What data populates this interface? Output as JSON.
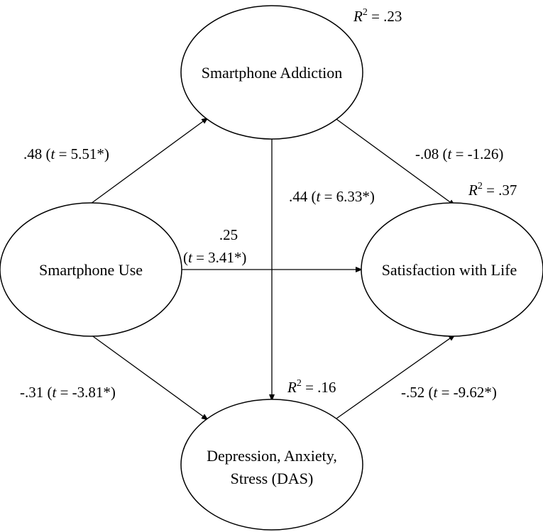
{
  "nodes": {
    "addiction": {
      "label": "Smartphone Addiction",
      "r2": {
        "symbol": "R",
        "exp": "2",
        "value": " = .23"
      }
    },
    "use": {
      "label": "Smartphone Use"
    },
    "satisfaction": {
      "label": "Satisfaction with Life",
      "r2": {
        "symbol": "R",
        "exp": "2",
        "value": " = .37"
      }
    },
    "das": {
      "line1": "Depression, Anxiety,",
      "line2": "Stress (DAS)",
      "r2": {
        "symbol": "R",
        "exp": "2",
        "value": " = .16"
      }
    }
  },
  "paths": {
    "use_to_addiction": {
      "coef": ".48 (",
      "t": "t",
      "rest": " = 5.51*)"
    },
    "addiction_to_satisfaction": {
      "coef": "-.08 (",
      "t": "t",
      "rest": " = -1.26)"
    },
    "addiction_to_das": {
      "coef": ".44 (",
      "t": "t",
      "rest": " = 6.33*)"
    },
    "use_to_satisfaction": {
      "coef": ".25",
      "open": "(",
      "t": "t",
      "rest": " = 3.41*)"
    },
    "use_to_das": {
      "coef": "-.31 (",
      "t": "t",
      "rest": " = -3.81*)"
    },
    "das_to_satisfaction": {
      "coef": "-.52 (",
      "t": "t",
      "rest": " = -9.62*)"
    }
  }
}
